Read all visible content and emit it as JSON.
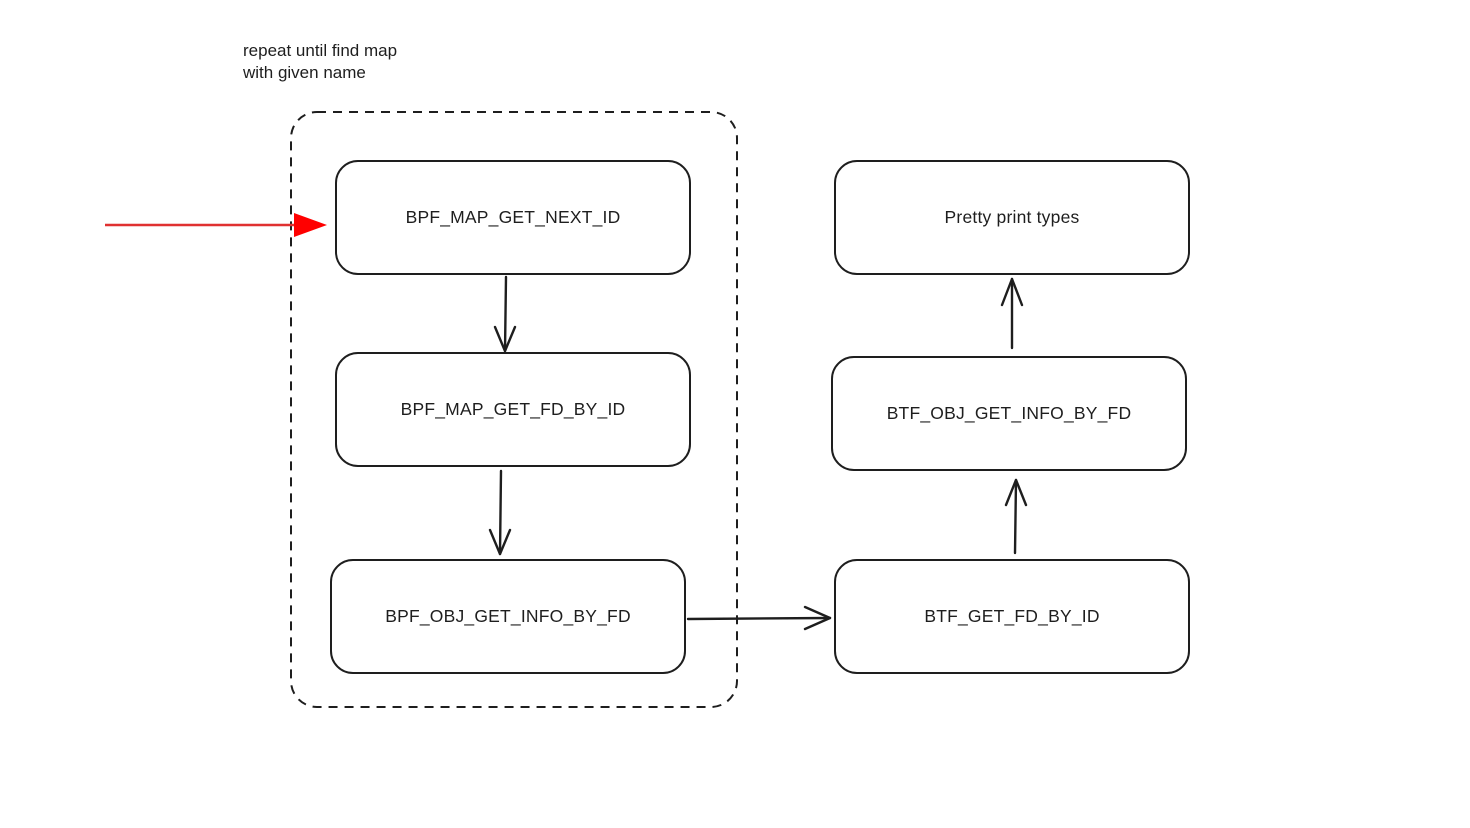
{
  "annotation": {
    "line1": "repeat until find map",
    "line2": "with given name"
  },
  "nodes": {
    "map_next_id": "BPF_MAP_GET_NEXT_ID",
    "map_fd_by_id": "BPF_MAP_GET_FD_BY_ID",
    "obj_info_by_fd": "BPF_OBJ_GET_INFO_BY_FD",
    "btf_fd_by_id": "BTF_GET_FD_BY_ID",
    "btf_obj_info_by_fd": "BTF_OBJ_GET_INFO_BY_FD",
    "pretty_print": "Pretty print types"
  },
  "colors": {
    "stroke": "#1e1e1e",
    "entry_arrow": "#e03131",
    "entry_arrow_head": "#ff0000",
    "background": "#ffffff"
  }
}
